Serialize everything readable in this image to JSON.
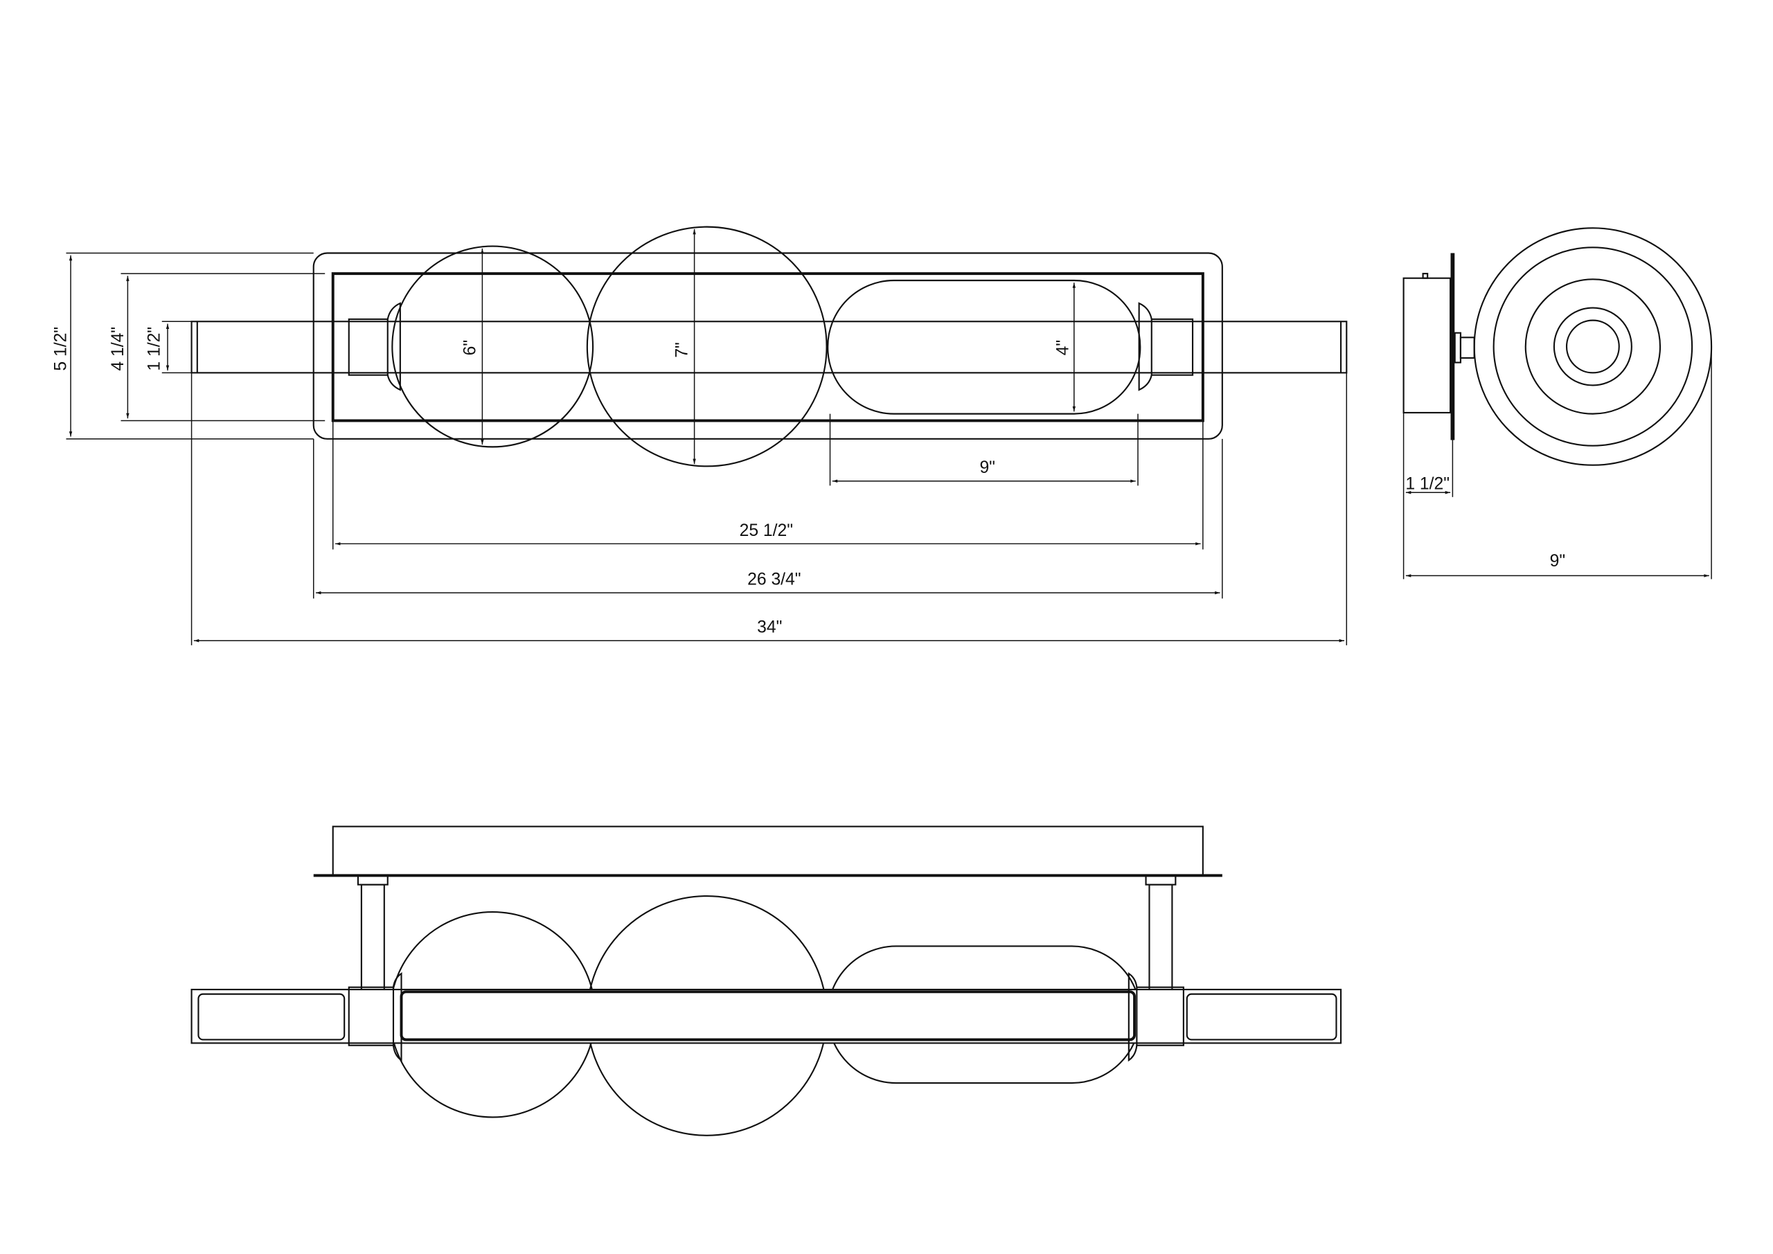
{
  "drawing": {
    "top_view": {
      "overall_height": "5 1/2\"",
      "canopy_height": "4 1/4\"",
      "bar_height": "1 1/2\"",
      "globe_small_diameter": "6\"",
      "globe_large_diameter": "7\"",
      "capsule_height": "4\"",
      "capsule_length": "9\"",
      "canopy_inner_length": "25 1/2\"",
      "canopy_outer_length": "26 3/4\"",
      "overall_length": "34\""
    },
    "side_view": {
      "backplate_depth": "1 1/2\"",
      "overall_depth": "9\""
    }
  }
}
